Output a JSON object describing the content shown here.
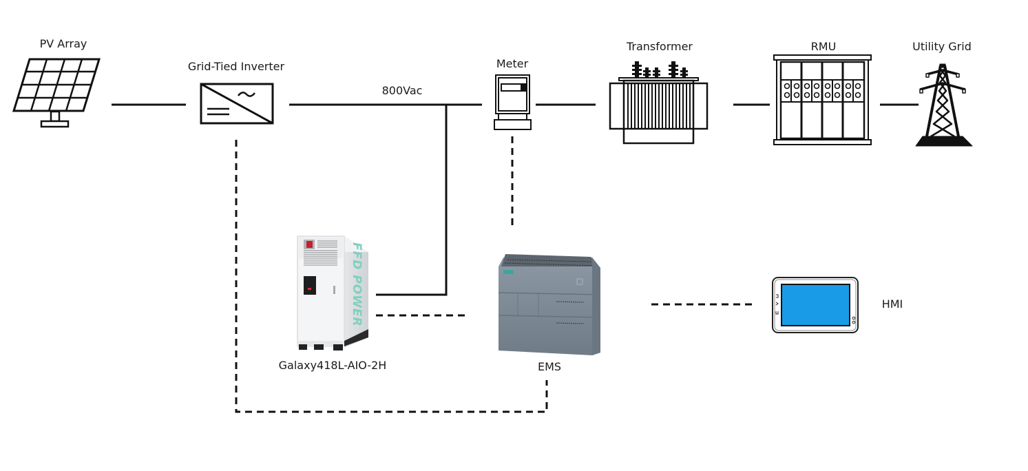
{
  "diagram": {
    "nodes": {
      "pv_array": {
        "label": "PV Array"
      },
      "inverter": {
        "label": "Grid-Tied Inverter"
      },
      "meter": {
        "label": "Meter"
      },
      "transformer": {
        "label": "Transformer"
      },
      "rmu": {
        "label": "RMU"
      },
      "utility_grid": {
        "label": "Utility Grid"
      },
      "battery": {
        "label": "Galaxy418L-AIO-2H",
        "brand_text": "FFD POWER"
      },
      "ems": {
        "label": "EMS"
      },
      "hmi": {
        "label": "HMI"
      }
    },
    "bus_label": "800Vac",
    "connections": [
      {
        "from": "pv_array",
        "to": "inverter",
        "type": "power"
      },
      {
        "from": "inverter",
        "to": "meter",
        "type": "power",
        "label": "800Vac"
      },
      {
        "from": "battery",
        "to": "800Vac bus",
        "type": "power"
      },
      {
        "from": "meter",
        "to": "transformer",
        "type": "power"
      },
      {
        "from": "transformer",
        "to": "rmu",
        "type": "power"
      },
      {
        "from": "rmu",
        "to": "utility_grid",
        "type": "power"
      },
      {
        "from": "meter",
        "to": "ems",
        "type": "communication"
      },
      {
        "from": "battery",
        "to": "ems",
        "type": "communication"
      },
      {
        "from": "ems",
        "to": "hmi",
        "type": "communication"
      },
      {
        "from": "inverter",
        "to": "ems",
        "type": "communication"
      }
    ],
    "colors": {
      "line": "#111111",
      "hmi_screen": "#1a9be8",
      "ems_body": "#7e8b97",
      "ems_logo": "#3aa79c",
      "battery_brand": "#7fd0bf",
      "battery_switch": "#c8202a"
    }
  }
}
